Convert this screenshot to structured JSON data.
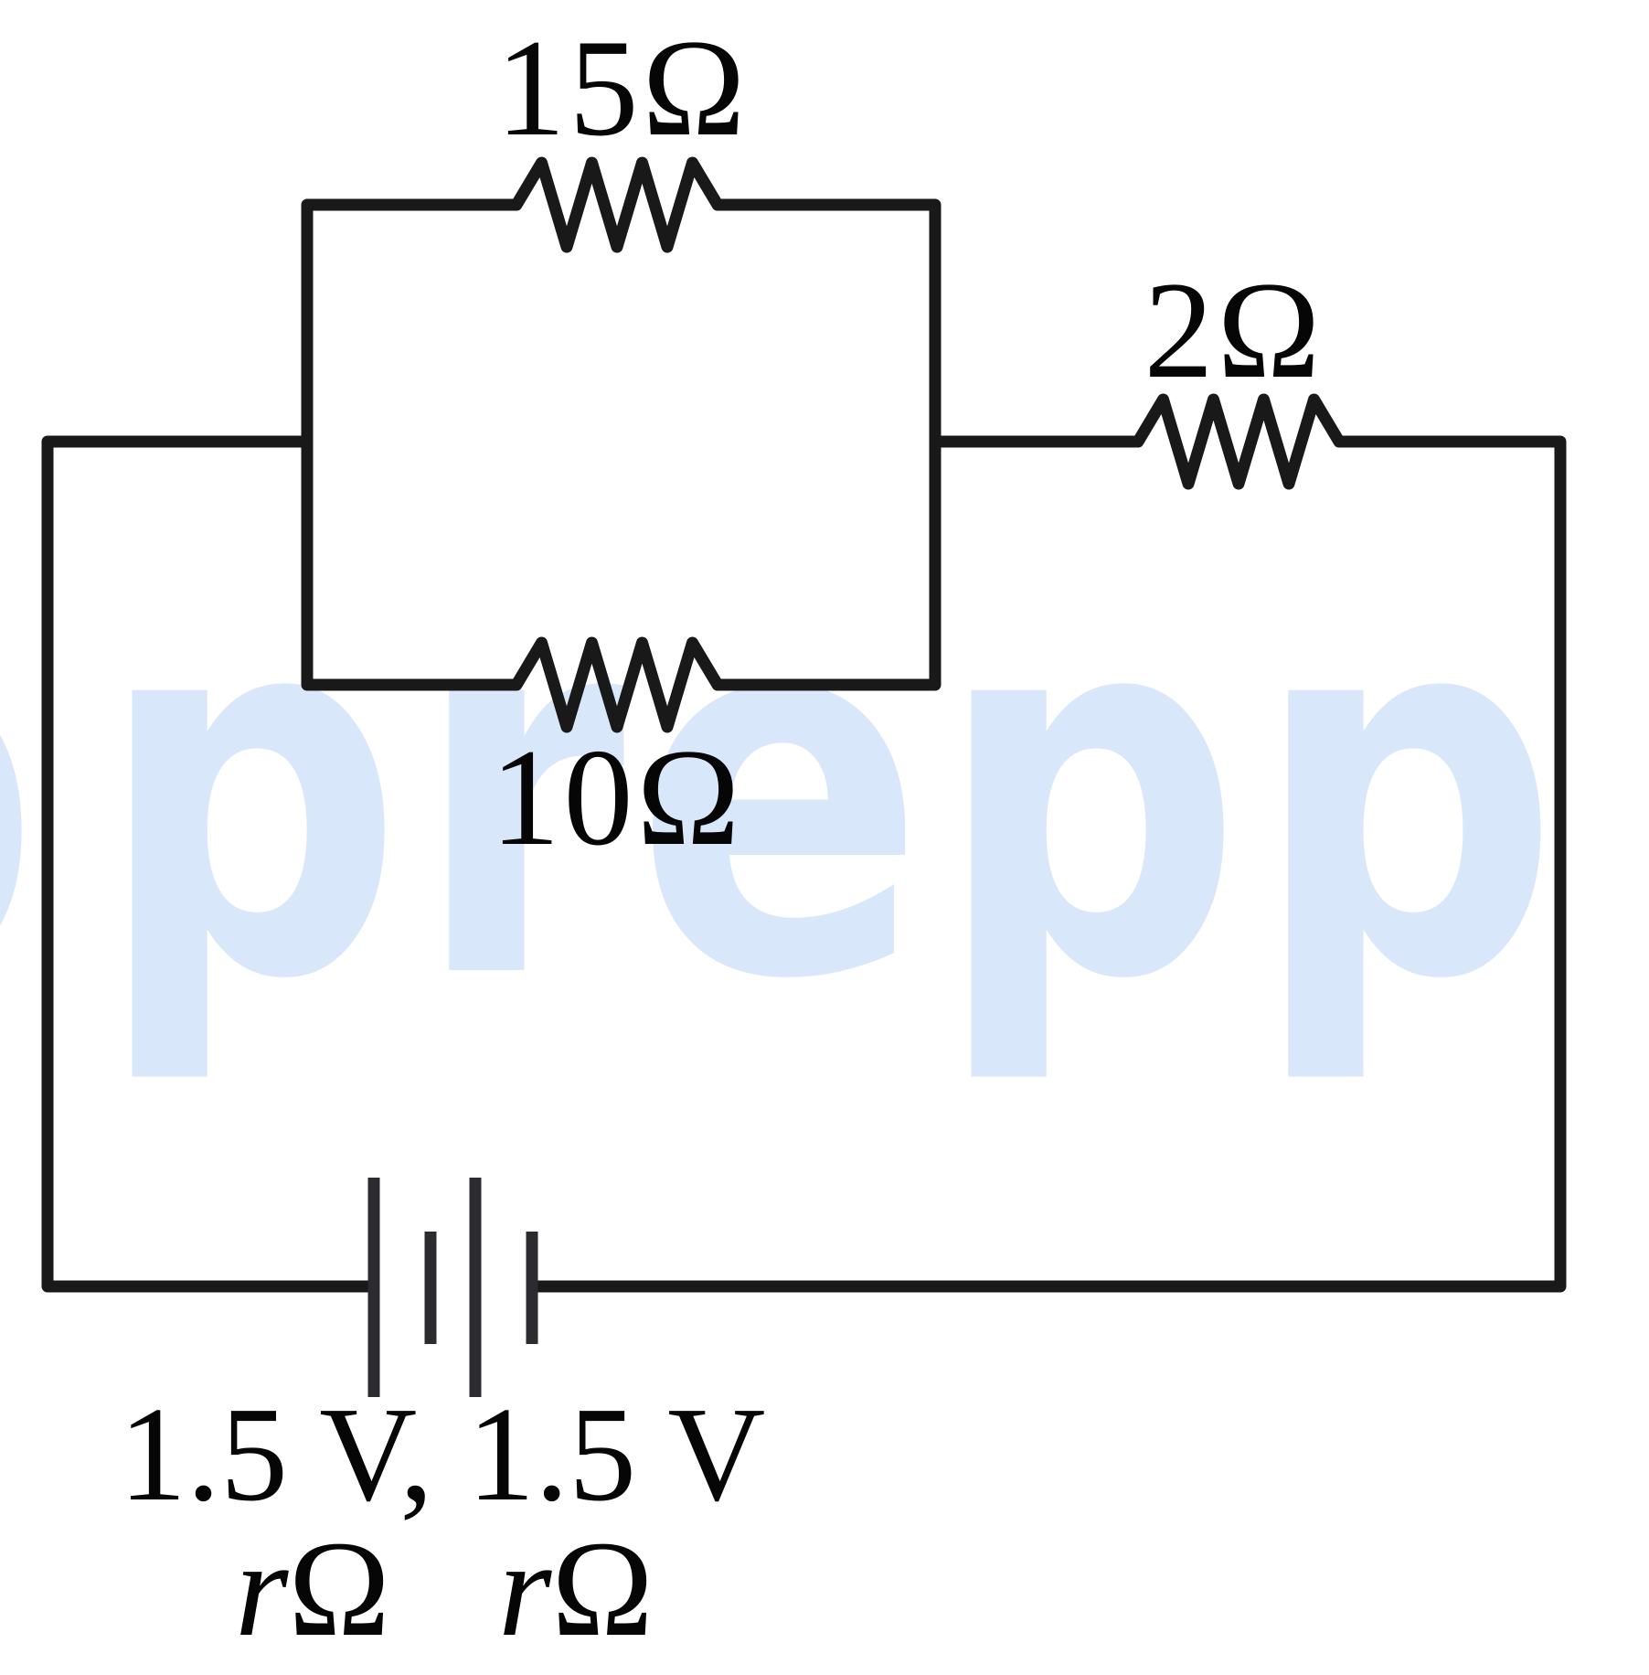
{
  "diagram": {
    "type": "circuit",
    "colors": {
      "background": "#ffffff",
      "wire": "#191919",
      "battery_plate": "#2c2c30",
      "label": "#060606",
      "watermark": "#d9e7fa"
    }
  },
  "labels": {
    "resistor_top": "15Ω",
    "resistor_bottom": "10Ω",
    "resistor_series": "2Ω",
    "battery_emf": "1.5 V, 1.5 V",
    "internal_resistance_r": "r",
    "internal_resistance_ohm": "Ω"
  },
  "components": {
    "resistors": [
      {
        "name": "parallel-top",
        "value": "15Ω"
      },
      {
        "name": "parallel-bottom",
        "value": "10Ω"
      },
      {
        "name": "series",
        "value": "2Ω"
      }
    ],
    "battery": {
      "cells": 2,
      "emf_each": "1.5 V",
      "internal_resistance_each": "rΩ"
    }
  },
  "watermark": {
    "text": "prepp",
    "partial_glyph": "p",
    "color": "#d9e7fa"
  }
}
